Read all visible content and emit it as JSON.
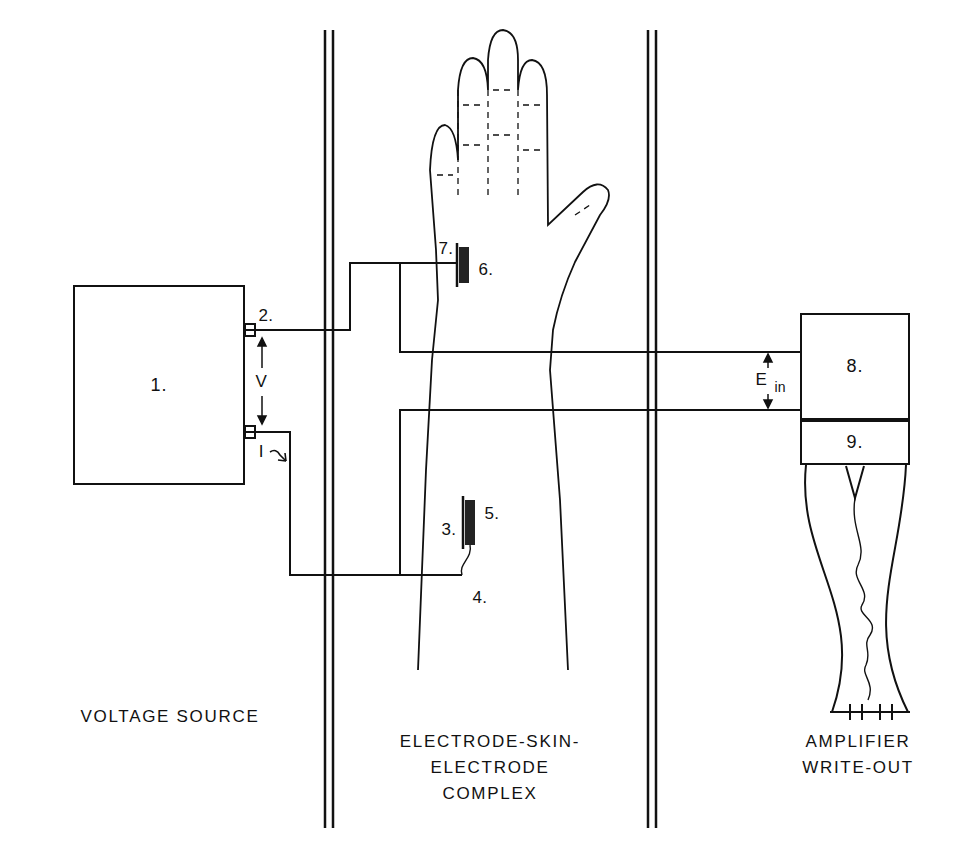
{
  "diagram": {
    "nodes": [
      {
        "text": [
          "1."
        ]
      },
      {
        "text": [
          "8."
        ]
      },
      {
        "text": [
          "9."
        ]
      }
    ],
    "edges": [
      {
        "from": 0,
        "to": 1,
        "arrow": "none"
      },
      {
        "from": 0,
        "to": 1,
        "arrow": "none"
      }
    ],
    "labels": [
      "2.",
      "V",
      "I",
      "7.",
      "6.",
      "3.",
      "5.",
      "4.",
      "E",
      "in",
      "VOLTAGE SOURCE",
      "ELECTRODE-SKIN-ELECTRODE COMPLEX",
      "AMPLIFIER WRITE-OUT"
    ]
  }
}
